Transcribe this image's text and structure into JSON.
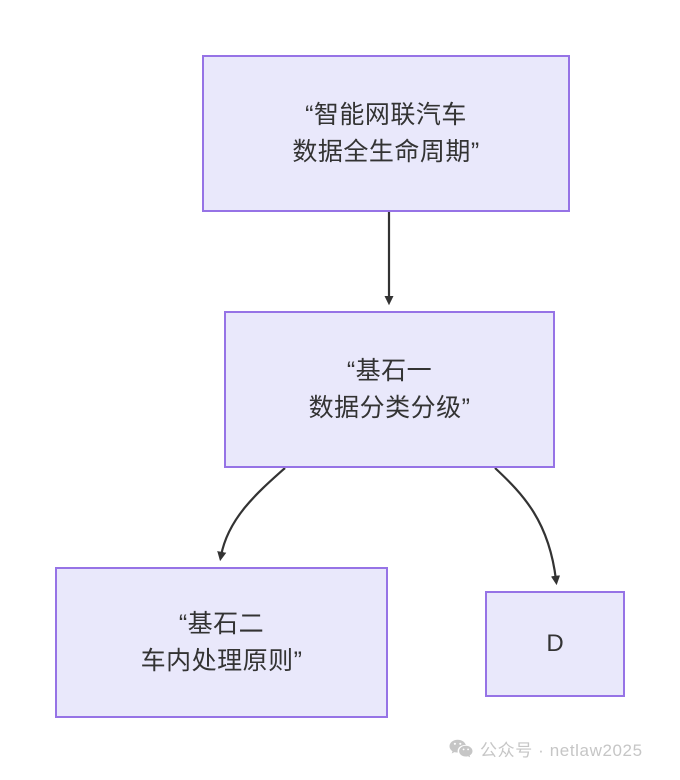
{
  "diagram": {
    "type": "flowchart",
    "direction": "top-down",
    "background_color": "#ffffff",
    "node_fill_color": "#e9e8fb",
    "node_border_color": "#9673e6",
    "node_text_color": "#333333",
    "edge_color": "#333333",
    "nodes": [
      {
        "id": "root",
        "lines": [
          "“智能网联汽车",
          "数据全生命周期”"
        ],
        "text": "“智能网联汽车数据全生命周期”"
      },
      {
        "id": "b",
        "lines": [
          "“基石一",
          "数据分类分级”"
        ],
        "text": "“基石一数据分类分级”"
      },
      {
        "id": "c",
        "lines": [
          "“基石二",
          "车内处理原则”"
        ],
        "text": "“基石二车内处理原则”"
      },
      {
        "id": "d",
        "lines": [
          "D"
        ],
        "text": "D"
      }
    ],
    "edges": [
      {
        "from": "root",
        "to": "b",
        "style": "straight",
        "arrowhead": "solid-triangle"
      },
      {
        "from": "b",
        "to": "c",
        "style": "curved",
        "arrowhead": "solid-triangle"
      },
      {
        "from": "b",
        "to": "d",
        "style": "curved",
        "arrowhead": "solid-triangle"
      }
    ]
  },
  "watermark": {
    "icon": "wechat-icon",
    "text": "公众号 · netlaw2025",
    "color": "#c6c6c6"
  }
}
